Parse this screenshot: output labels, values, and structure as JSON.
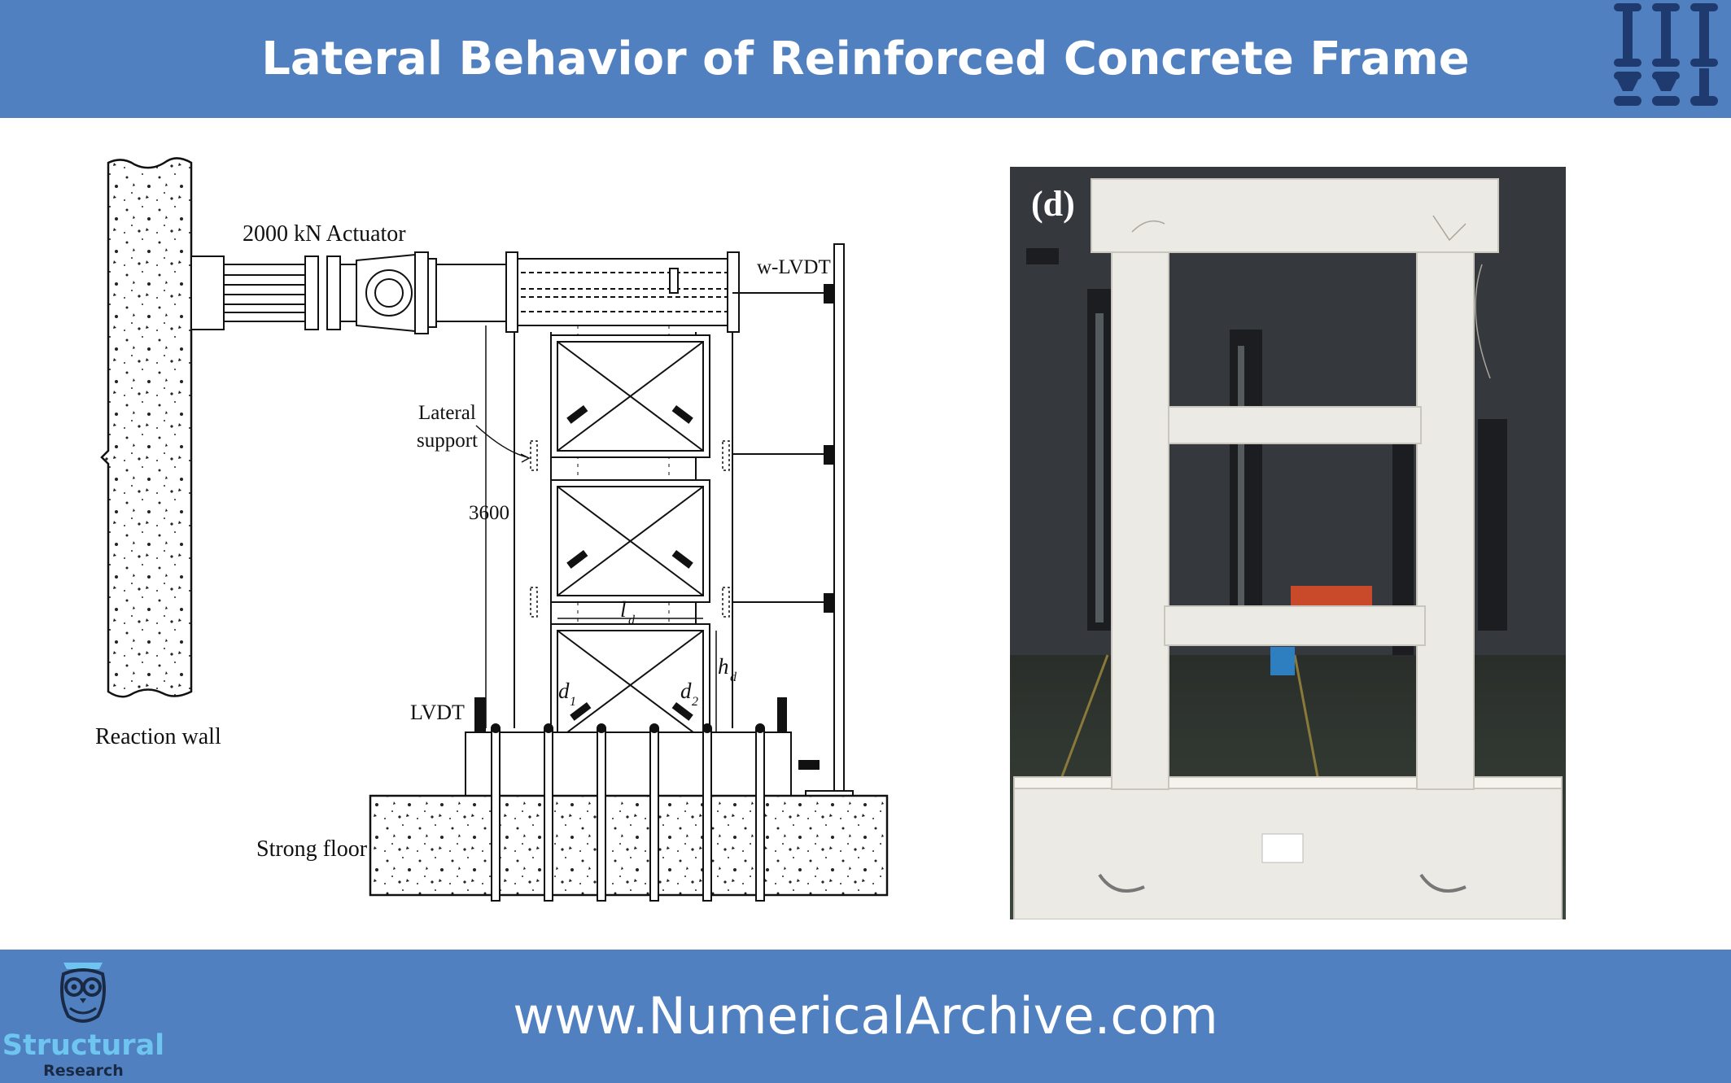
{
  "header": {
    "title": "Lateral Behavior of Reinforced Concrete Frame",
    "logo_icon": "column-logo-icon"
  },
  "diagram": {
    "actuator_label": "2000 kN Actuator",
    "wlvdt_label": "w-LVDT",
    "lateral_label_line1": "Lateral",
    "lateral_label_line2": "support",
    "height_label": "3600",
    "ld_label": "l",
    "ld_sub": "d",
    "hd_label": "h",
    "hd_sub": "d",
    "d1_label": "d",
    "d1_sub": "1",
    "d2_label": "d",
    "d2_sub": "2",
    "lvdt_label": "LVDT",
    "reaction_wall_label": "Reaction wall",
    "strong_floor_label": "Strong floor"
  },
  "photo": {
    "panel_label": "(d)"
  },
  "footer": {
    "url": "www.NumericalArchive.com",
    "brand_name": "Structural",
    "brand_sub": "Research",
    "brand_icon": "owl-icon"
  },
  "colors": {
    "banner": "#5080c0",
    "brand_cyan": "#6ec6f0"
  }
}
